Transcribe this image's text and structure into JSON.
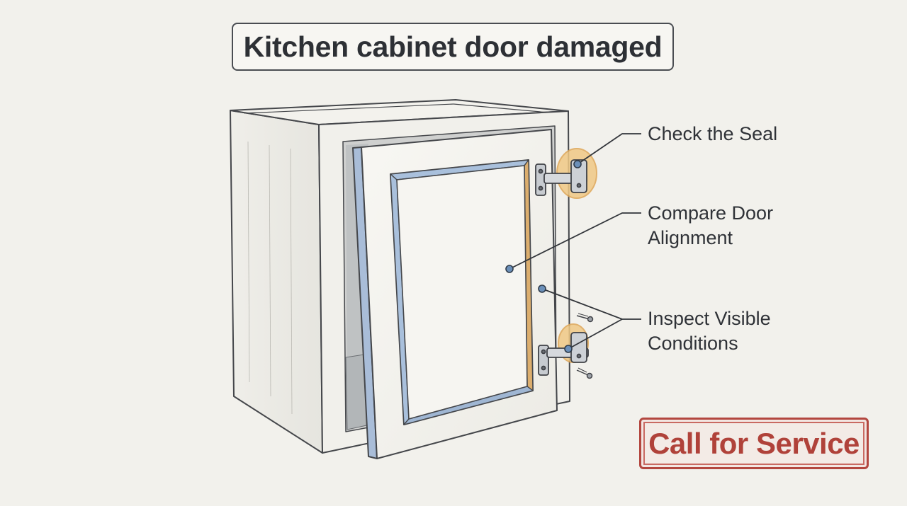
{
  "title": "Kitchen cabinet door damaged",
  "callouts": {
    "seal": {
      "lines": [
        "Check the Seal"
      ]
    },
    "alignment": {
      "lines": [
        "Compare Door",
        "Alignment"
      ]
    },
    "inspect": {
      "lines": [
        "Inspect Visible",
        "Conditions"
      ]
    }
  },
  "cta": {
    "label": "Call for Service"
  },
  "colors": {
    "background": "#f2f1ec",
    "outline": "#45474b",
    "highlight": "#e7b565",
    "blue_edge": "#9fb7d3",
    "wood_edge": "#d3a064",
    "cta_red": "#b0423a"
  },
  "icons": [
    "hinge-icon",
    "screw-icon",
    "marker-dot-icon"
  ]
}
